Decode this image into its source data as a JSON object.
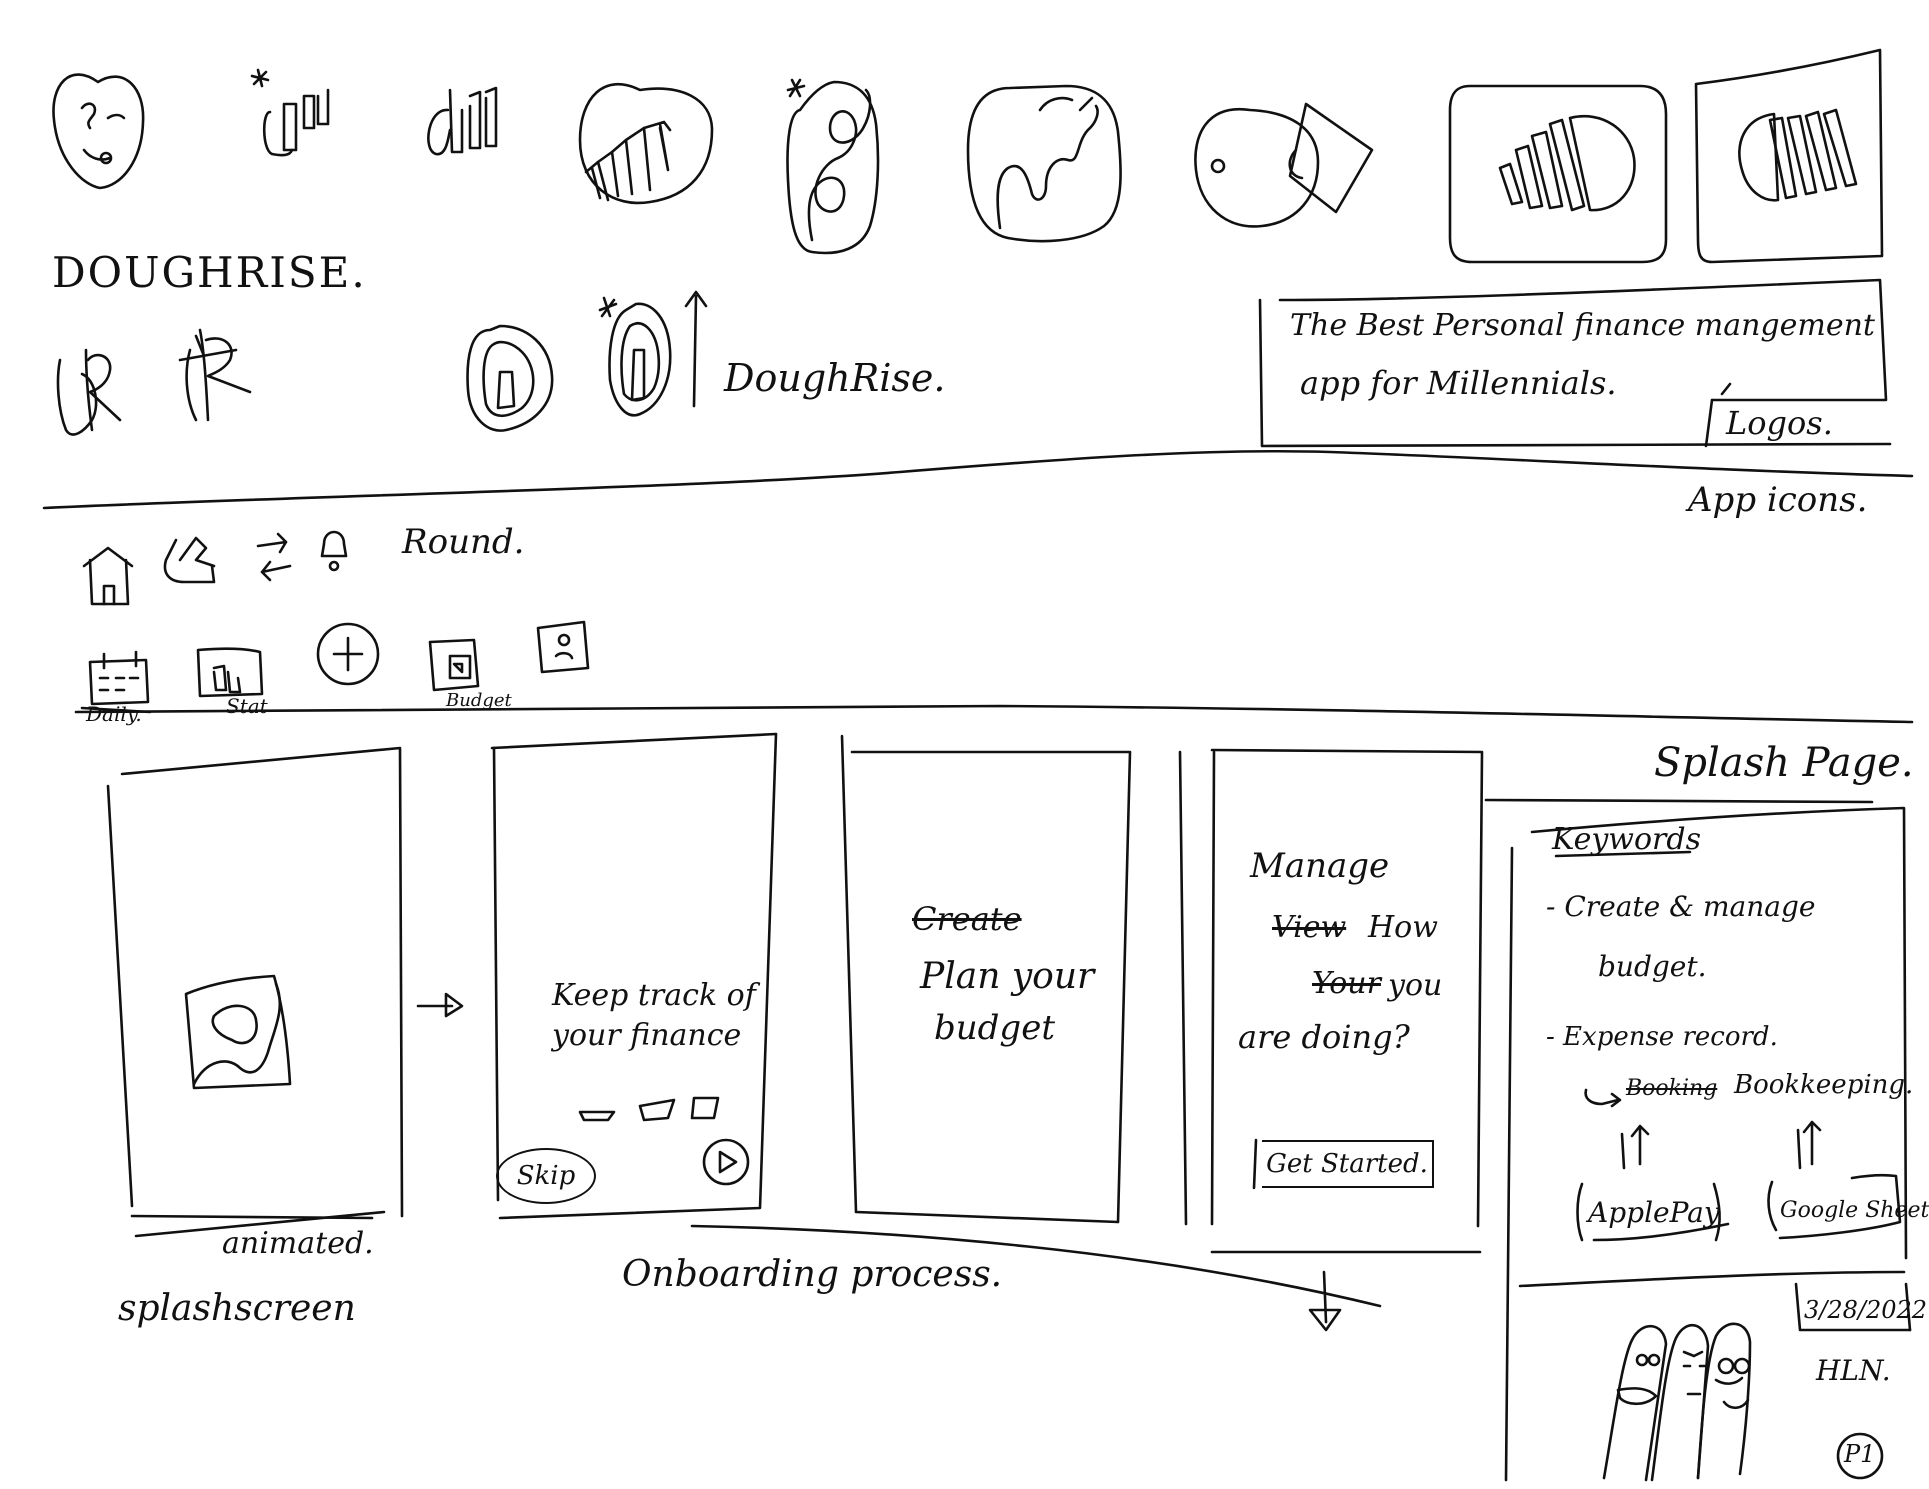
{
  "logos": {
    "wordmark_a": "DOUGHRISE.",
    "wordmark_b": "DoughRise.",
    "tagline_line1": "The Best Personal finance mangement",
    "tagline_line2": "app for Millennials.",
    "logos_label": "Logos.",
    "app_icons_label": "App icons."
  },
  "nav_icons": {
    "round_label": "Round.",
    "labels": [
      "Daily.",
      "Stat",
      "Budget"
    ]
  },
  "splash_section": {
    "title": "Splash Page.",
    "splash_caption_1": "animated.",
    "splash_caption_2": "splashscreen",
    "onboarding_caption": "Onboarding process.",
    "screen2_text_1": "Keep track of",
    "screen2_text_2": "your finance",
    "skip_label": "Skip",
    "screen3_strike": "Create",
    "screen3_text_1": "Plan your",
    "screen3_text_2": "budget",
    "screen4_text_1": "Manage",
    "screen4_strike_1": "View",
    "screen4_text_2": "How",
    "screen4_strike_2": "Your",
    "screen4_text_3": "you",
    "screen4_text_4": "are doing?",
    "get_started_label": "Get Started."
  },
  "keywords": {
    "title": "Keywords",
    "item1_line1": "- Create & manage",
    "item1_line2": "budget.",
    "item2_line1": "- Expense record.",
    "item2_strike": "Booking",
    "item2_line2": "Bookkeeping.",
    "apple_pay": "ApplePay",
    "google_sheet": "Google Sheet"
  },
  "signature": {
    "date": "3/28/2022",
    "initials": "HLN.",
    "page": "P1"
  }
}
